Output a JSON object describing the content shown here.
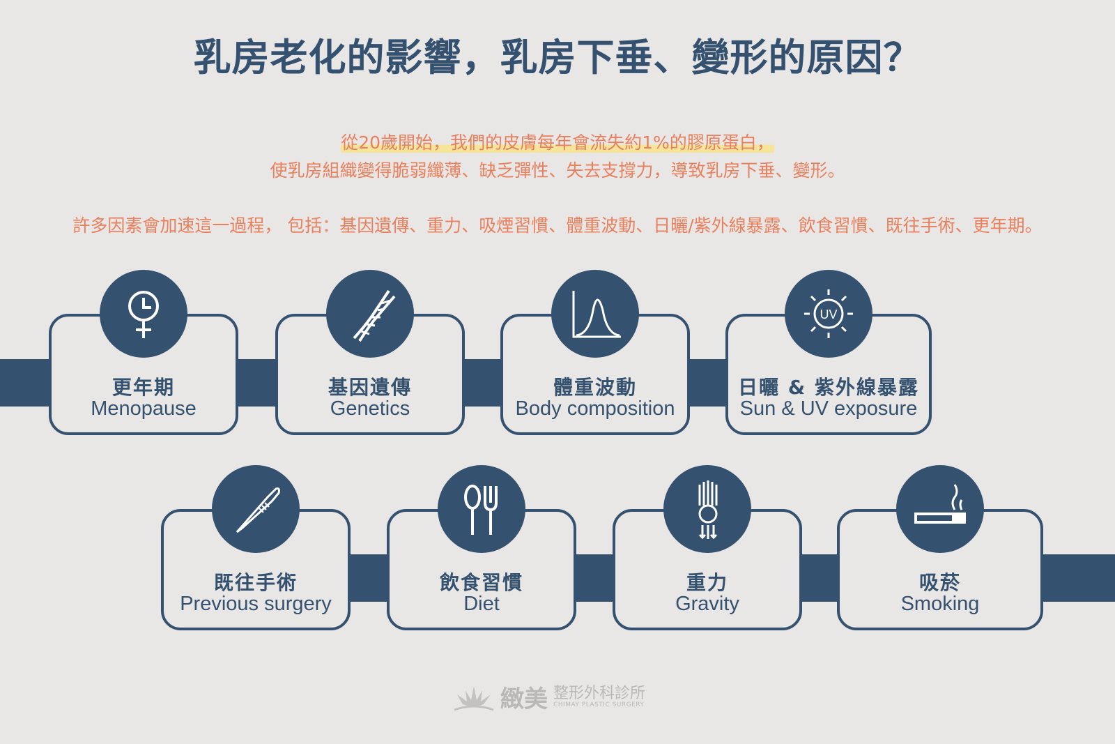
{
  "title": "乳房老化的影響，乳房下垂、變形的原因？",
  "intro": {
    "line1": "從20歲開始，我們的皮膚每年會流失約1%的膠原蛋白，",
    "line2": "使乳房組織變得脆弱纖薄、缺乏彈性、失去支撐力，導致乳房下垂、變形。",
    "line3": "許多因素會加速這一過程， 包括：基因遺傳、重力、吸煙習慣、體重波動、日曬/紫外線暴露、飲食習慣、既往手術、更年期。"
  },
  "factors": [
    {
      "zh": "更年期",
      "en": "Menopause",
      "icon": "female-symbol-clock-icon"
    },
    {
      "zh": "基因遺傳",
      "en": "Genetics",
      "icon": "dna-icon"
    },
    {
      "zh": "體重波動",
      "en": "Body composition",
      "icon": "bell-curve-icon"
    },
    {
      "zh": "日曬 & 紫外線暴露",
      "en": "Sun & UV exposure",
      "icon": "uv-sun-icon",
      "icon_text": "UV"
    },
    {
      "zh": "既往手術",
      "en": "Previous surgery",
      "icon": "scalpel-icon"
    },
    {
      "zh": "飲食習慣",
      "en": "Diet",
      "icon": "spoon-fork-icon"
    },
    {
      "zh": "重力",
      "en": "Gravity",
      "icon": "gravity-icon"
    },
    {
      "zh": "吸菸",
      "en": "Smoking",
      "icon": "cigarette-icon"
    }
  ],
  "logo": {
    "name": "緻美",
    "sub": "整形外科診所",
    "en": "CHIMAY PLASTIC SURGERY"
  },
  "colors": {
    "navy": "#34516f",
    "orange": "#e8805e",
    "highlight": "#f6e49a",
    "background": "#e9e7e5"
  }
}
